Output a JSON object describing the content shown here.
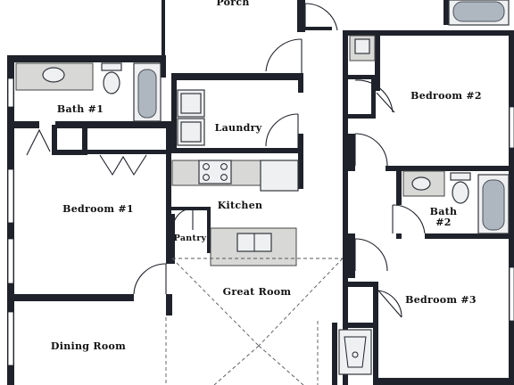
{
  "rooms": {
    "porch": "Porch",
    "bath1": "Bath #1",
    "laundry": "Laundry",
    "bedroom2": "Bedroom #2",
    "bedroom1": "Bedroom #1",
    "kitchen": "Kitchen",
    "bath2_line1": "Bath",
    "bath2_line2": "#2",
    "pantry": "Pantry",
    "great_room": "Great Room",
    "bedroom3": "Bedroom #3",
    "dining_room": "Dining Room"
  },
  "colors": {
    "wall": "#1f222a",
    "tub": "#aeb6bf",
    "counter": "#d8d8d6",
    "background": "#ffffff"
  }
}
